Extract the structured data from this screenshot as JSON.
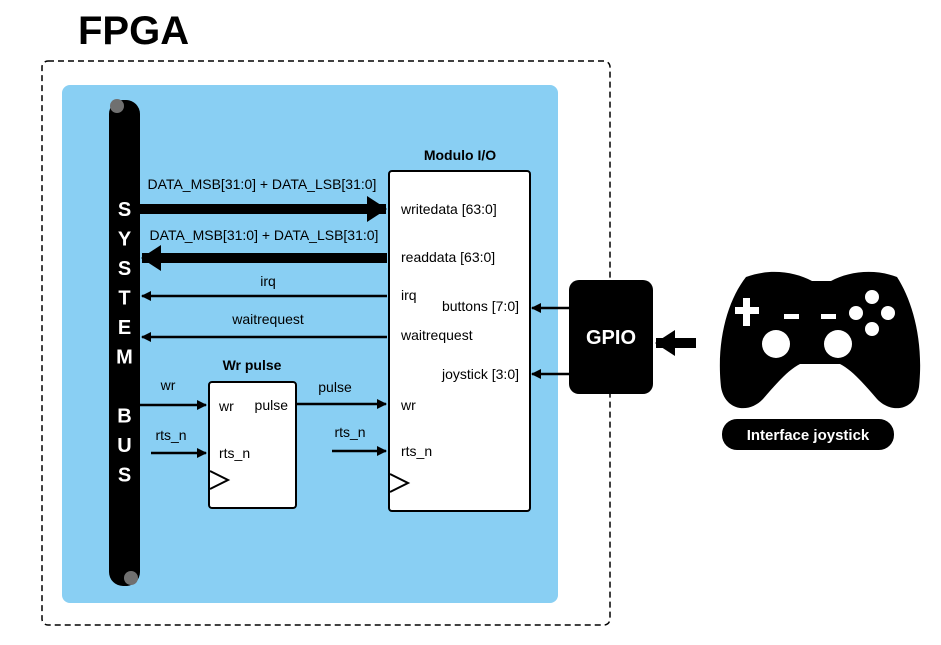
{
  "fpga_title": "FPGA",
  "system_bus_letters": [
    "S",
    "Y",
    "S",
    "T",
    "E",
    "M",
    "",
    "B",
    "U",
    "S"
  ],
  "modulo_io": {
    "title": "Modulo I/O",
    "ports_left": [
      "writedata [63:0]",
      "readdata [63:0]",
      "irq",
      "waitrequest",
      "wr",
      "rts_n"
    ],
    "ports_right": [
      "buttons [7:0]",
      "joystick [3:0]"
    ]
  },
  "wr_pulse": {
    "title": "Wr pulse",
    "port_wr": "wr",
    "port_rts": "rts_n",
    "port_pulse": "pulse"
  },
  "signals": {
    "data_write": "DATA_MSB[31:0] + DATA_LSB[31:0]",
    "data_read": "DATA_MSB[31:0] + DATA_LSB[31:0]",
    "irq": "irq",
    "waitrequest": "waitrequest",
    "wr_in": "wr",
    "rts_in": "rts_n",
    "pulse": "pulse",
    "rts_to_io": "rts_n"
  },
  "gpio_label": "GPIO",
  "joystick_label": "Interface joystick",
  "colors": {
    "fpga_bg": "#89cff3",
    "black": "#000000",
    "white": "#ffffff",
    "bus_cap": "#707070"
  }
}
